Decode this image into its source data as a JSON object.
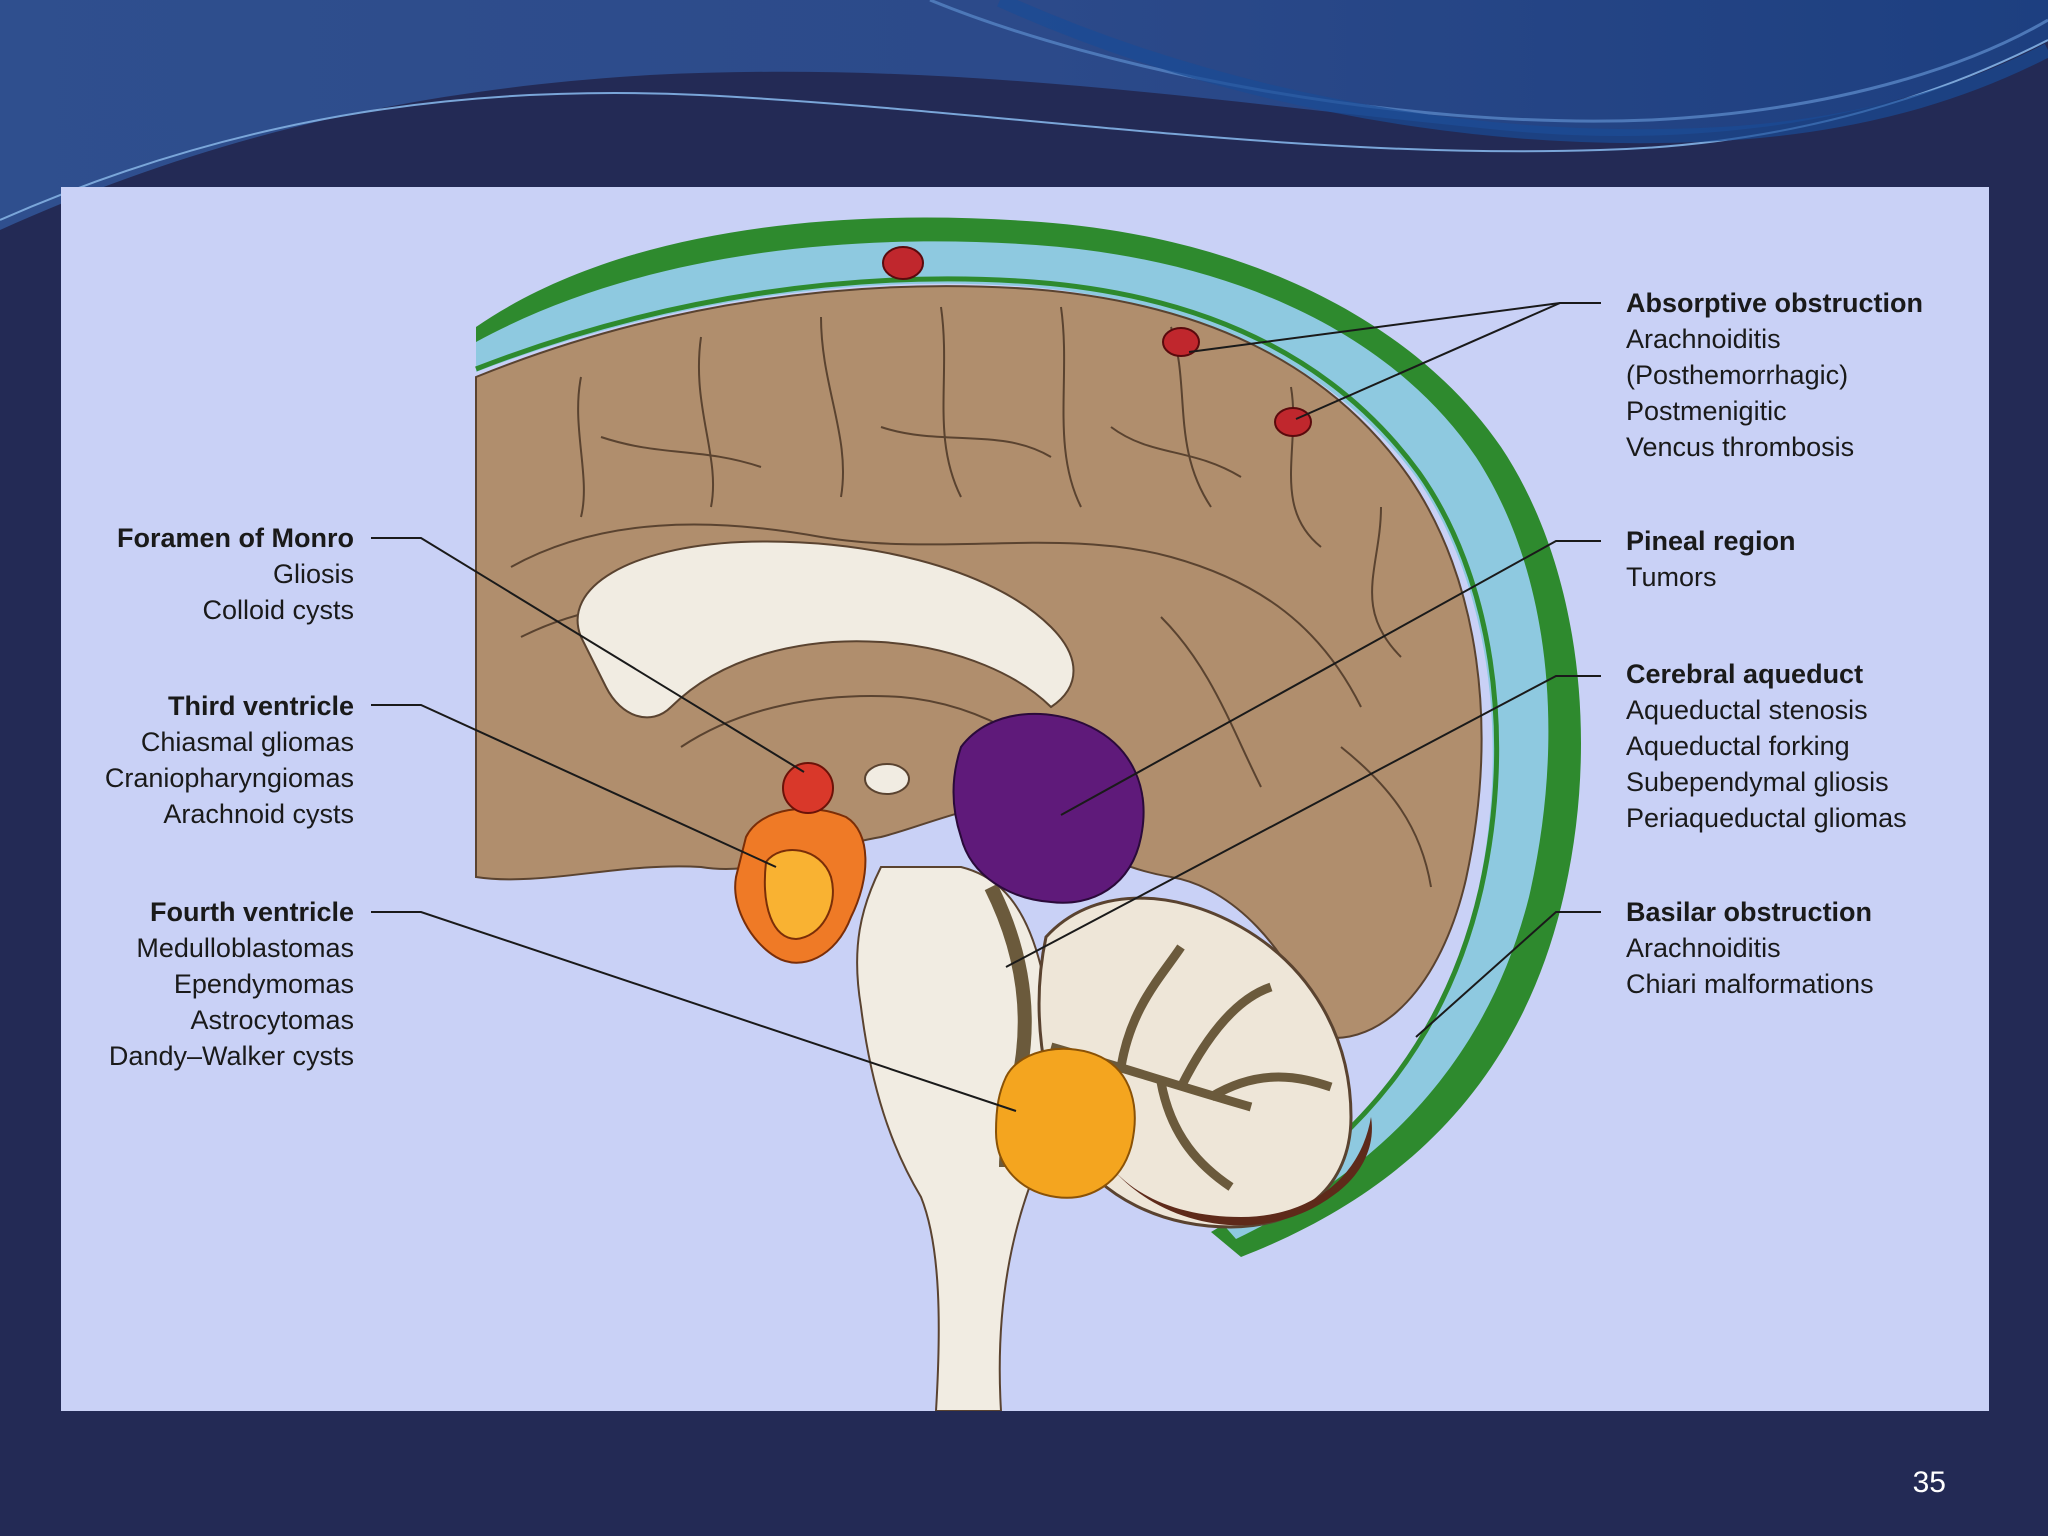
{
  "labels": {
    "foramen": {
      "title": "Foramen of Monro",
      "items": [
        "Gliosis",
        "Colloid cysts"
      ]
    },
    "third": {
      "title": "Third ventricle",
      "items": [
        "Chiasmal gliomas",
        "Craniopharyngiomas",
        "Arachnoid cysts"
      ]
    },
    "fourth": {
      "title": "Fourth ventricle",
      "items": [
        "Medulloblastomas",
        "Ependymomas",
        "Astrocytomas",
        "Dandy–Walker cysts"
      ]
    },
    "absorptive": {
      "title": "Absorptive obstruction",
      "items": [
        "Arachnoiditis",
        "(Posthemorrhagic)",
        "Postmenigitic",
        "Vencus thrombosis"
      ]
    },
    "pineal": {
      "title": "Pineal region",
      "items": [
        "Tumors"
      ]
    },
    "aqueduct": {
      "title": "Cerebral aqueduct",
      "items": [
        "Aqueductal stenosis",
        "Aqueductal forking",
        "Subependymal gliosis",
        "Periaqueductal gliomas"
      ]
    },
    "basilar": {
      "title": "Basilar obstruction",
      "items": [
        "Arachnoiditis",
        "Chiari malformations"
      ]
    }
  },
  "slide_number": "35",
  "colors": {
    "background": "#232a55",
    "panel": "#c9d1f6",
    "brain": "#b08e6d",
    "csf": "#8ec9e0",
    "meninges": "#2e8a2e",
    "ventricle": "#f1ece2",
    "pineal_tumor": "#5f1a7a",
    "fourth_tumor": "#f4a51f",
    "craniopharyngioma": "#ef7a26",
    "colloid_cyst": "#d9382a"
  }
}
